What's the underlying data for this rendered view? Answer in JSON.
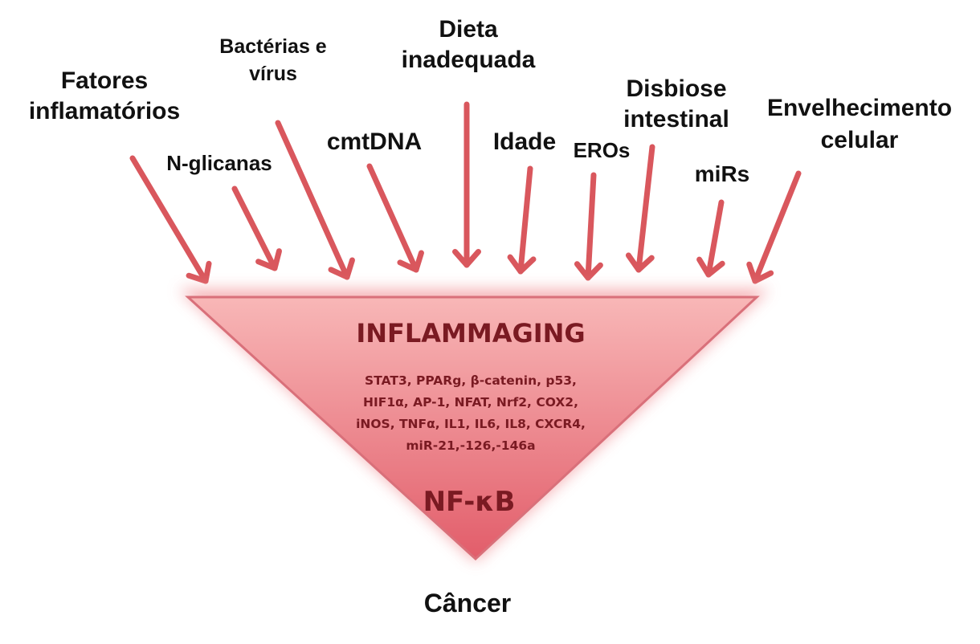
{
  "factors": [
    {
      "lines": [
        "Fatores",
        "inflamatórios"
      ]
    },
    {
      "lines": [
        "N-glicanas"
      ]
    },
    {
      "lines": [
        "Bactérias e",
        "vírus"
      ]
    },
    {
      "lines": [
        "cmtDNA"
      ]
    },
    {
      "lines": [
        "Dieta",
        "inadequada"
      ]
    },
    {
      "lines": [
        "Idade"
      ]
    },
    {
      "lines": [
        "EROs"
      ]
    },
    {
      "lines": [
        "Disbiose",
        "intestinal"
      ]
    },
    {
      "lines": [
        "miRs"
      ]
    },
    {
      "lines": [
        "Envelhecimento",
        "celular"
      ]
    }
  ],
  "center": {
    "title": "INFLAMMAGING",
    "molecules": [
      "STAT3, PPARg, β-catenin, p53,",
      "HIF1α, AP-1, NFAT, Nrf2, COX2,",
      "iNOS, TNFα, IL1,  IL6, IL8, CXCR4,",
      "miR-21,-126,-146a"
    ],
    "hub": "NF-κB"
  },
  "outcome": "Câncer",
  "colors": {
    "arrow": "#d9575d",
    "triangle_top": "#f7b0b0",
    "triangle_bottom": "#e56470",
    "triangle_edge": "#d96a72",
    "text_dark": "#111111",
    "text_red": "#7a1a22"
  }
}
